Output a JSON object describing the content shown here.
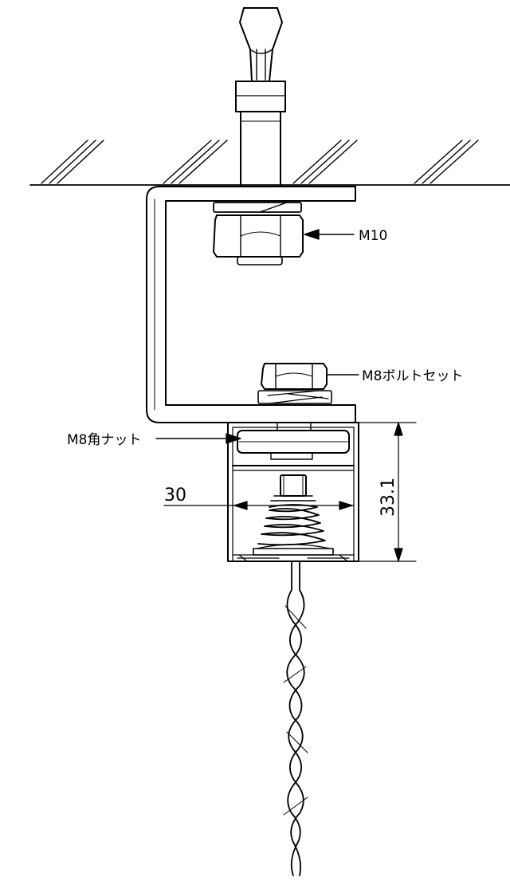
{
  "labels": {
    "m10": "M10",
    "m8_bolt_set": "M8ボルトセット",
    "m8_square_nut": "M8角ナット"
  },
  "dimensions": {
    "width": "30",
    "height": "33.1"
  },
  "colors": {
    "line": "#000000",
    "background": "#ffffff"
  }
}
